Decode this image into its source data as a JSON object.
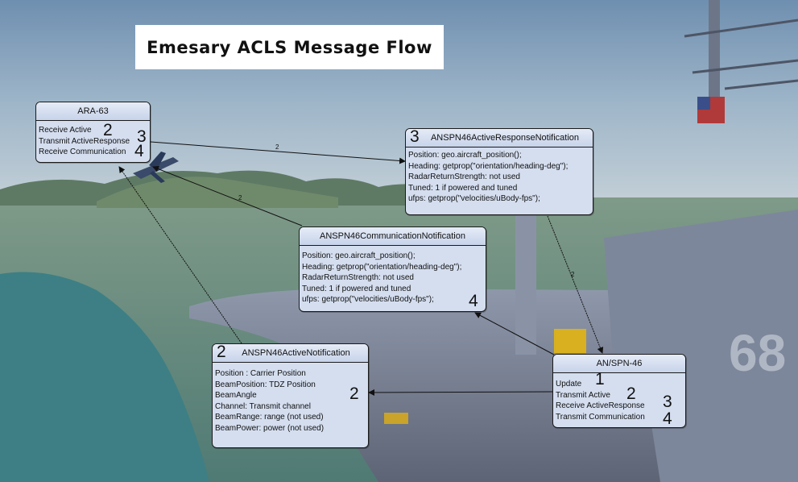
{
  "title": "Emesary ACLS Message Flow",
  "boxes": {
    "ara63": {
      "name": "ARA-63",
      "lines": [
        "Receive Active",
        "Transmit ActiveResponse",
        "Receive Communication"
      ],
      "marks": [
        "2",
        "3",
        "4"
      ]
    },
    "response": {
      "number": "3",
      "name": "ANSPN46ActiveResponseNotification",
      "lines": [
        "Position: geo.aircraft_position();",
        "Heading: getprop(\"orientation/heading-deg\");",
        "RadarReturnStrength: not used",
        "Tuned: 1 if powered and tuned",
        "ufps: getprop(\"velocities/uBody-fps\");"
      ]
    },
    "communication": {
      "name": "ANSPN46CommunicationNotification",
      "lines": [
        "Position: geo.aircraft_position();",
        "Heading: getprop(\"orientation/heading-deg\");",
        "RadarReturnStrength: not used",
        "Tuned: 1 if powered and tuned",
        "ufps: getprop(\"velocities/uBody-fps\");"
      ],
      "mark": "4"
    },
    "active": {
      "number": "2",
      "name": "ANSPN46ActiveNotification",
      "lines": [
        "Position : Carrier Position",
        "BeamPosition: TDZ Position",
        "BeamAngle",
        "Channel: Transmit channel",
        "BeamRange: range (not used)",
        "BeamPower: power (not used)"
      ],
      "mark": "2"
    },
    "spn46": {
      "name": "AN/SPN-46",
      "lines": [
        "Update",
        "Transmit Active",
        "Receive ActiveResponse",
        "Transmit Communication"
      ],
      "marks": [
        "1",
        "2",
        "3",
        "4"
      ]
    }
  },
  "edge_labels": [
    "2",
    "2",
    "2"
  ]
}
